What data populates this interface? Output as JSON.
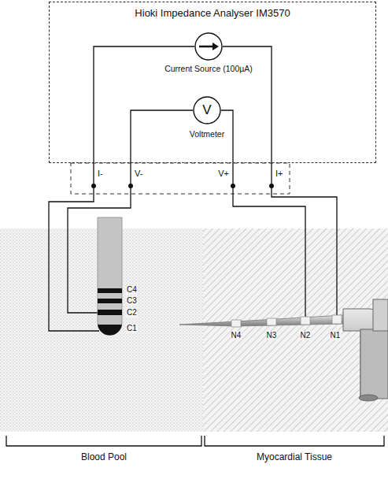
{
  "diagram": {
    "nodes": [
      {
        "text": [
          "Hioki Impedance Analyser IM3570"
        ]
      },
      {
        "text": [
          "Current Source (100µA)"
        ],
        "in": 0
      },
      {
        "text": [
          "V",
          "Voltmeter"
        ],
        "in": 0
      }
    ],
    "labels": [
      "I-",
      "V-",
      "V+",
      "I+",
      "C4",
      "C3",
      "C2",
      "C1",
      "N4",
      "N3",
      "N2",
      "N1",
      "Blood Pool",
      "Myocardial Tissue"
    ]
  }
}
